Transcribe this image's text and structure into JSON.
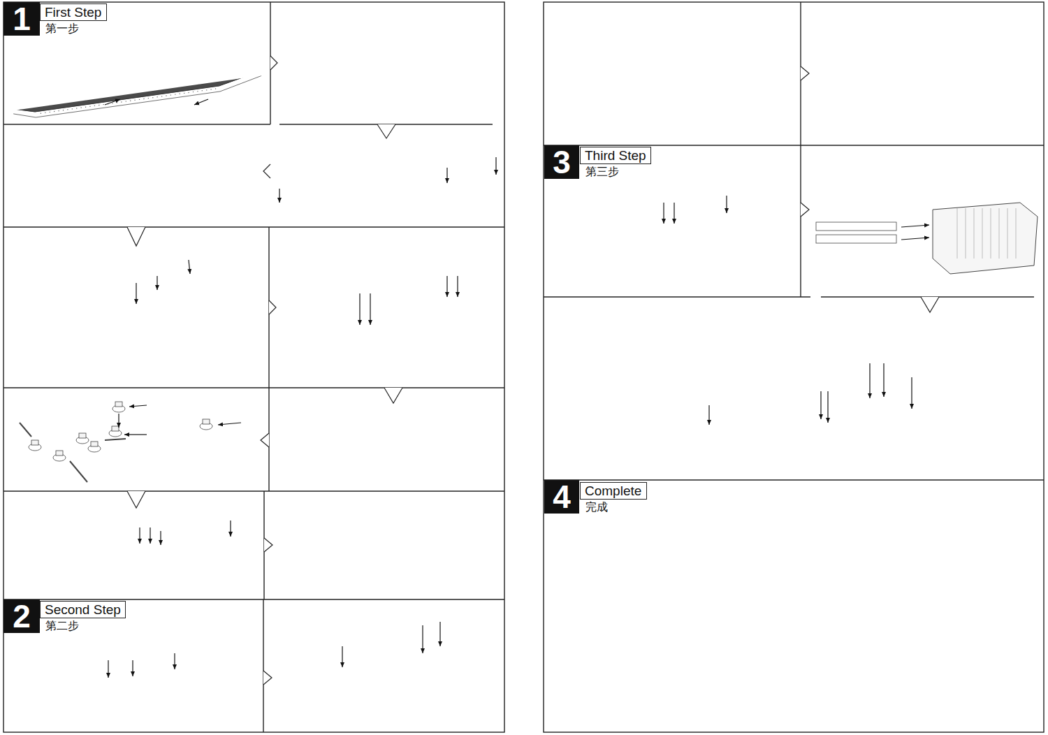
{
  "diagram": {
    "nodes": [
      {
        "text": [
          "1"
        ]
      },
      {
        "text": [
          "First Step",
          "第一步"
        ]
      },
      {
        "text": [
          "2"
        ]
      },
      {
        "text": [
          "Second Step",
          "第二步"
        ]
      },
      {
        "text": [
          "3"
        ]
      },
      {
        "text": [
          "Third Step",
          "第三步"
        ]
      },
      {
        "text": [
          "4"
        ]
      },
      {
        "text": [
          "Complete",
          "完成"
        ]
      }
    ]
  }
}
